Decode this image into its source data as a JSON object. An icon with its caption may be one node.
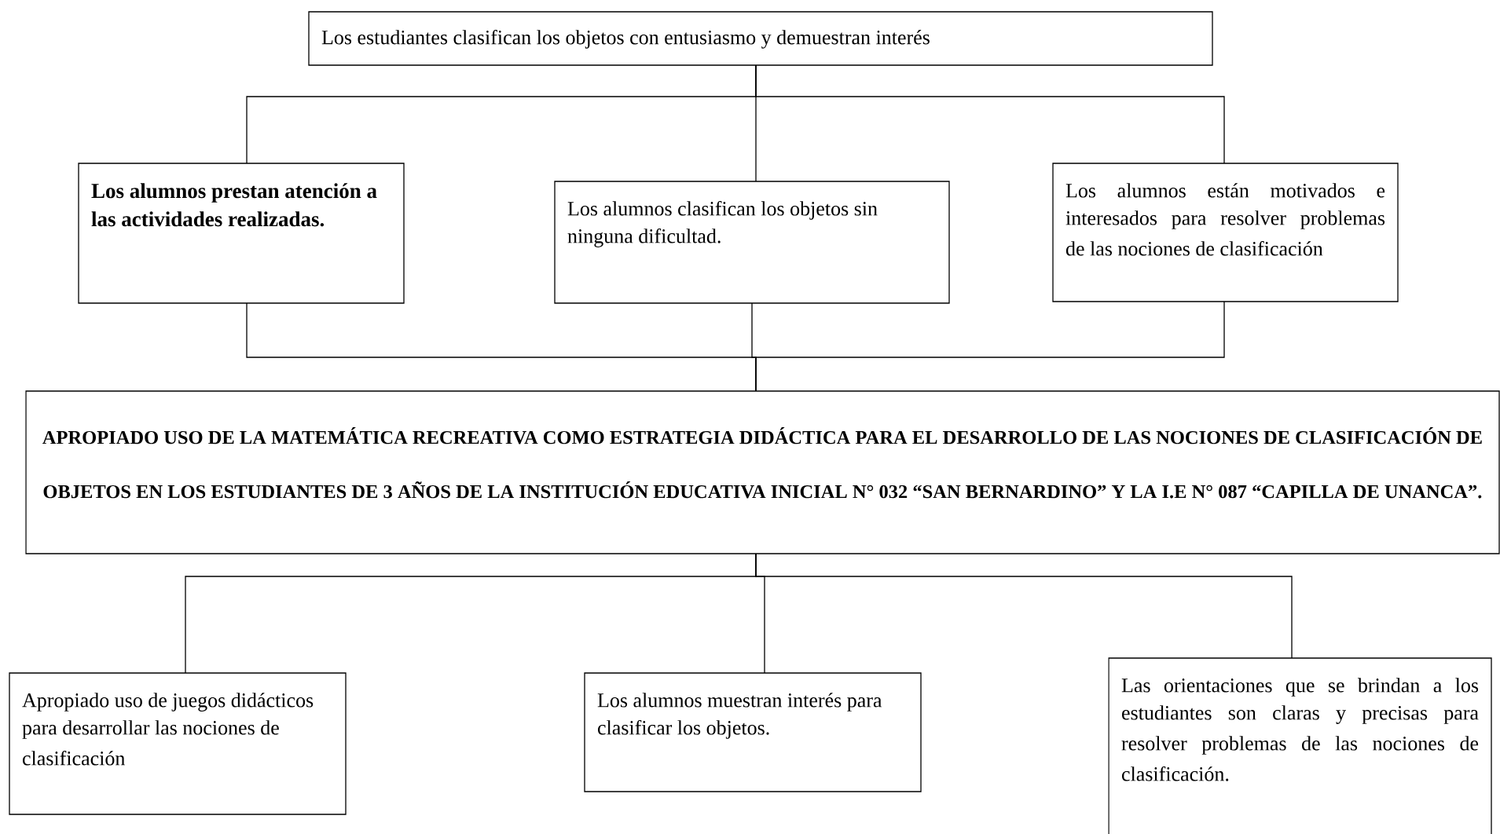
{
  "diagram": {
    "nodes": [
      {
        "text": [
          "Los estudiantes clasifican los objetos con entusiasmo y demuestran interés"
        ]
      },
      {
        "text": [
          "Los alumnos prestan atención a las actividades realizadas."
        ]
      },
      {
        "text": [
          "Los alumnos clasifican los objetos sin ninguna dificultad."
        ]
      },
      {
        "text": [
          "Los alumnos están motivados e interesados para resolver problemas de las nociones de clasificación"
        ]
      },
      {
        "text": [
          "APROPIADO USO DE LA MATEMÁTICA RECREATIVA COMO ESTRATEGIA DIDÁCTICA PARA EL DESARROLLO DE LAS NOCIONES DE CLASIFICACIÓN DE OBJETOS EN LOS ESTUDIANTES DE 3 AÑOS DE LA INSTITUCIÓN EDUCATIVA INICIAL N° 032 “SAN BERNARDINO” Y LA I.E N° 087 “CAPILLA DE UNANCA”."
        ]
      },
      {
        "text": [
          "Apropiado uso de juegos didácticos para desarrollar las nociones de clasificación"
        ]
      },
      {
        "text": [
          "Los alumnos muestran interés para clasificar los objetos."
        ]
      },
      {
        "text": [
          "Las orientaciones que se brindan a los estudiantes son claras y precisas para resolver problemas de las nociones de clasificación."
        ]
      }
    ],
    "edges": [
      {
        "from": 0,
        "to": 1,
        "arrow": "none"
      },
      {
        "from": 0,
        "to": 2,
        "arrow": "none"
      },
      {
        "from": 0,
        "to": 3,
        "arrow": "none"
      },
      {
        "from": 1,
        "to": 4,
        "arrow": "none"
      },
      {
        "from": 2,
        "to": 4,
        "arrow": "none"
      },
      {
        "from": 3,
        "to": 4,
        "arrow": "none"
      },
      {
        "from": 4,
        "to": 5,
        "arrow": "none"
      },
      {
        "from": 4,
        "to": 6,
        "arrow": "none"
      },
      {
        "from": 4,
        "to": 7,
        "arrow": "none"
      }
    ]
  }
}
